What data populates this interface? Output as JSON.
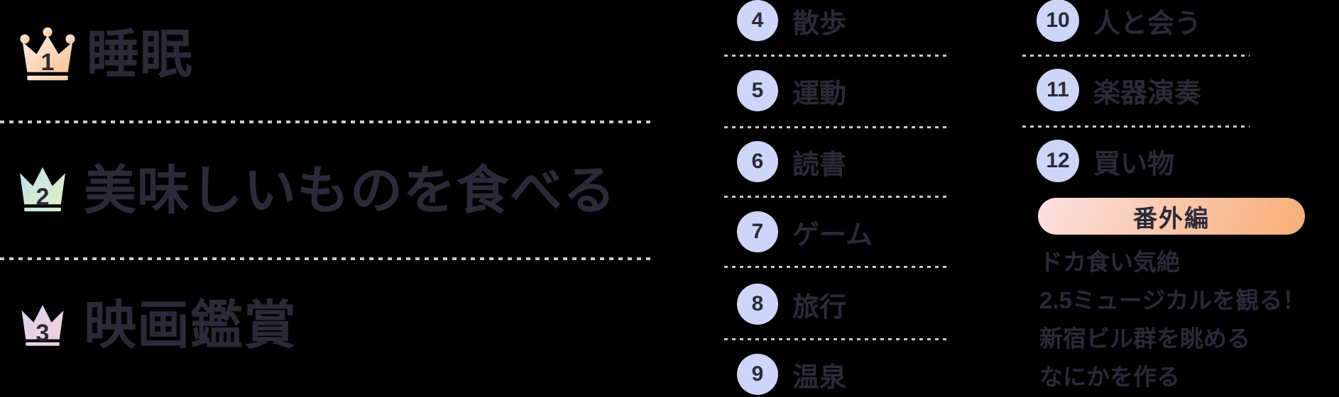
{
  "colors": {
    "bg": "#000000",
    "text": "#2a2a38",
    "dotted": "#c9c9c9",
    "badge": "#cdd6f8",
    "pill-from": "#fce0e2",
    "pill-to": "#f7ae74"
  },
  "top3": [
    {
      "rank": "1",
      "label": "睡眠",
      "crown_colors": [
        "#fdeee6",
        "#f9c392"
      ]
    },
    {
      "rank": "2",
      "label": "美味しいものを食べる",
      "crown_colors": [
        "#bedff2",
        "#dff0bf"
      ]
    },
    {
      "rank": "3",
      "label": "映画鑑賞",
      "crown_colors": [
        "#d6d6f4",
        "#f7ced8"
      ]
    }
  ],
  "ranking_mid": {
    "items": [
      {
        "rank": "4",
        "label": "散歩"
      },
      {
        "rank": "5",
        "label": "運動"
      },
      {
        "rank": "6",
        "label": "読書"
      },
      {
        "rank": "7",
        "label": "ゲーム"
      },
      {
        "rank": "8",
        "label": "旅行"
      },
      {
        "rank": "9",
        "label": "温泉"
      }
    ]
  },
  "ranking_right": {
    "items": [
      {
        "rank": "10",
        "label": "人と会う"
      },
      {
        "rank": "11",
        "label": "楽器演奏"
      },
      {
        "rank": "12",
        "label": "買い物"
      }
    ]
  },
  "bonus": {
    "title": "番外編",
    "items": [
      "ドカ食い気絶",
      "2.5ミュージカルを観る！",
      "新宿ビル群を眺める",
      "なにかを作る"
    ]
  }
}
